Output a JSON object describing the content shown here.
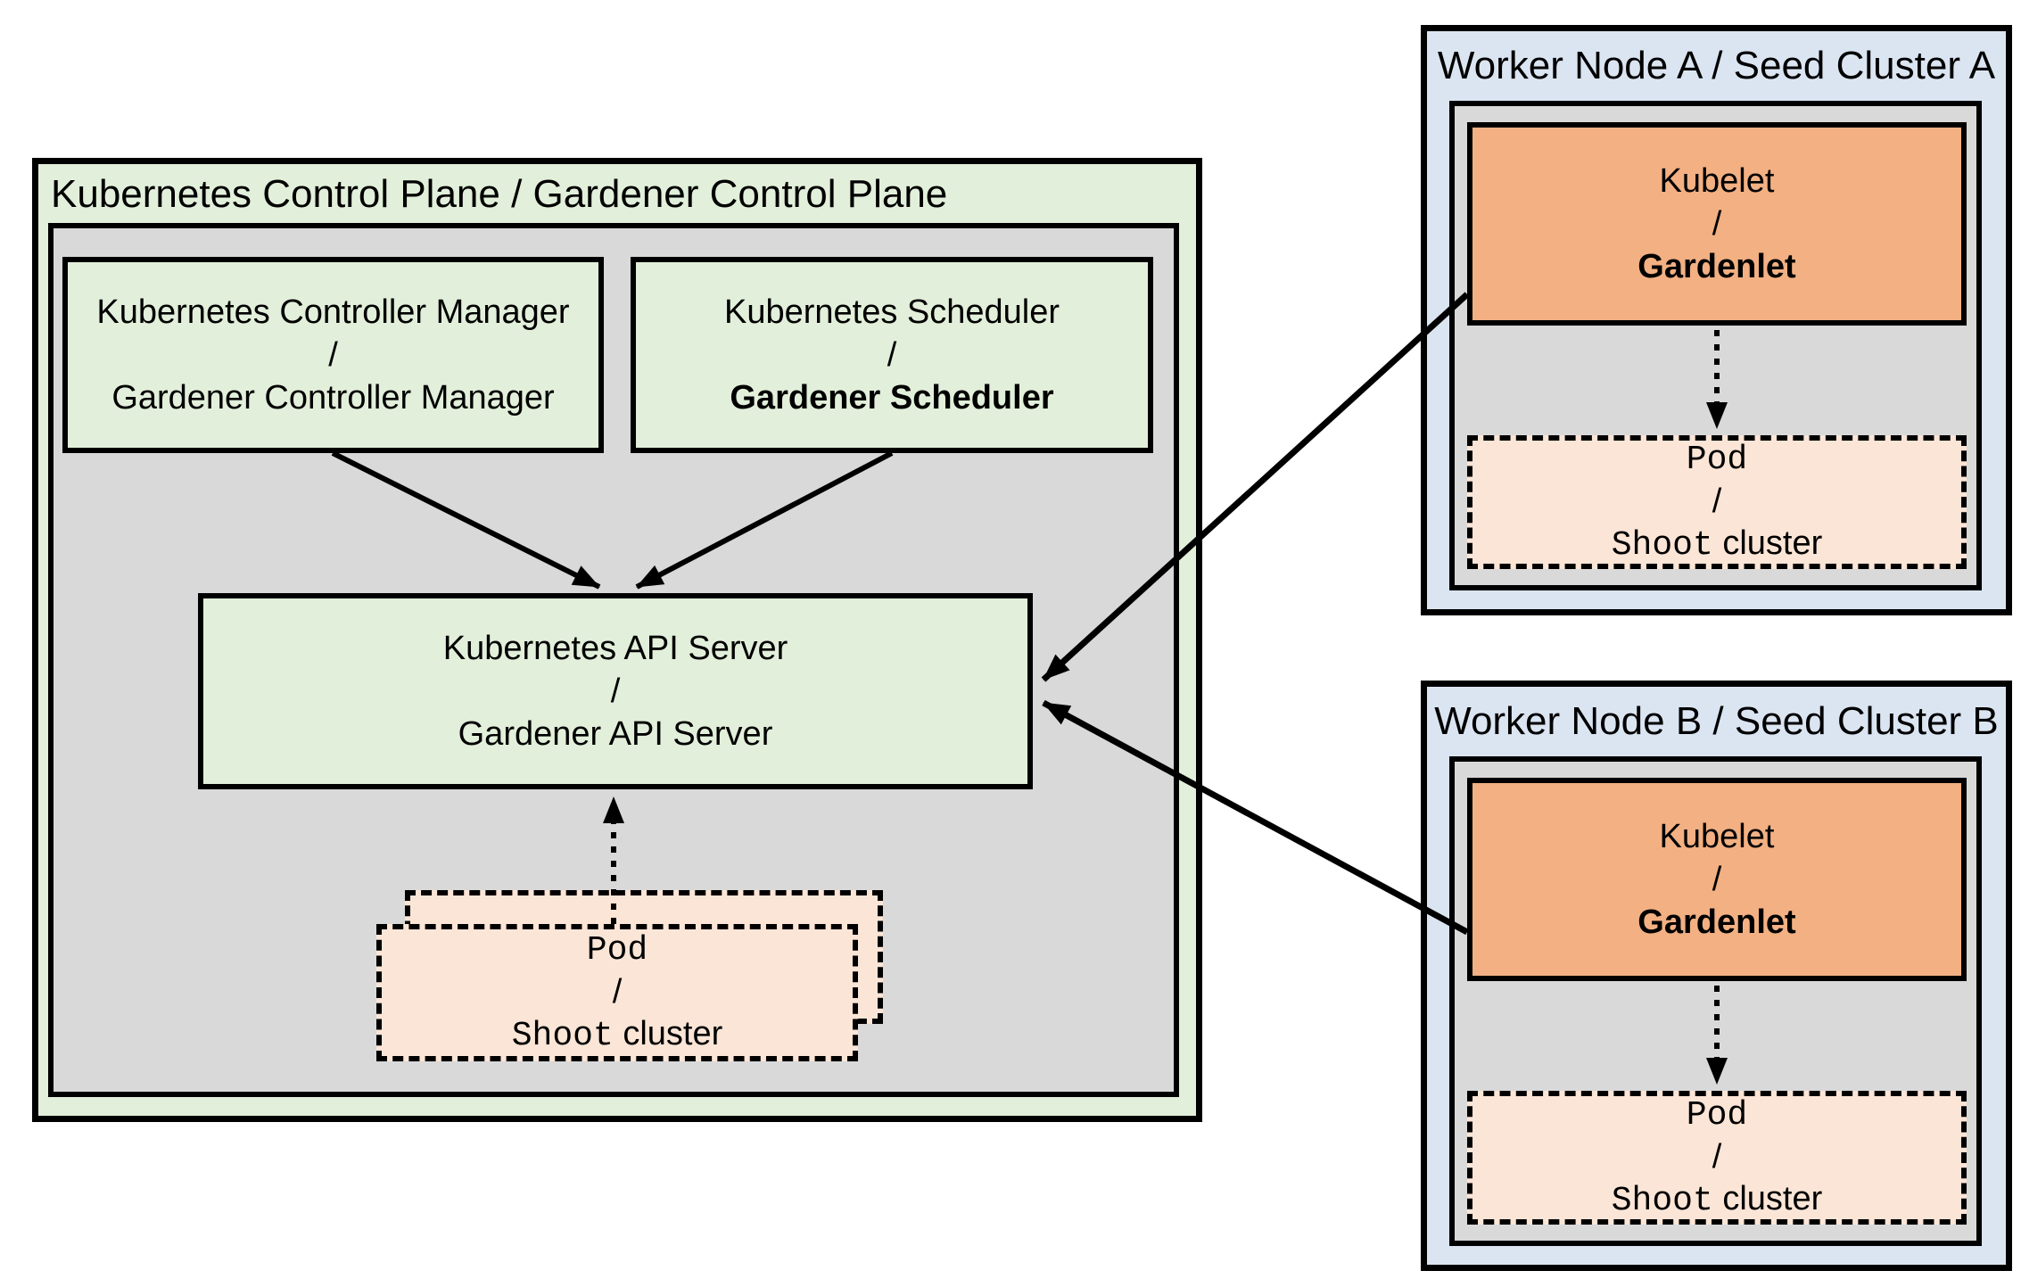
{
  "colors": {
    "green": "#e2efda",
    "gray": "#d9d9d9",
    "blue": "#dbe5f2",
    "orange": "#f2b083",
    "peach": "#fbe5d6",
    "line": "#000000"
  },
  "control_plane": {
    "title": "Kubernetes Control Plane / Gardener Control Plane",
    "controller_manager": {
      "line1": "Kubernetes Controller Manager",
      "separator": "/",
      "line2": "Gardener Controller Manager"
    },
    "scheduler": {
      "line1": "Kubernetes Scheduler",
      "separator": "/",
      "line2": "Gardener Scheduler"
    },
    "api_server": {
      "line1": "Kubernetes API Server",
      "separator": "/",
      "line2": "Gardener API Server"
    },
    "pod": {
      "line1": "Pod",
      "separator": "/",
      "shoot": "Shoot",
      "cluster": "cluster"
    }
  },
  "worker_node_a": {
    "title": "Worker Node A / Seed Cluster A",
    "kubelet": {
      "line1": "Kubelet",
      "separator": "/",
      "line2": "Gardenlet"
    },
    "pod": {
      "line1": "Pod",
      "separator": "/",
      "shoot": "Shoot",
      "cluster": "cluster"
    }
  },
  "worker_node_b": {
    "title": "Worker Node B / Seed Cluster B",
    "kubelet": {
      "line1": "Kubelet",
      "separator": "/",
      "line2": "Gardenlet"
    },
    "pod": {
      "line1": "Pod",
      "separator": "/",
      "shoot": "Shoot",
      "cluster": "cluster"
    }
  }
}
